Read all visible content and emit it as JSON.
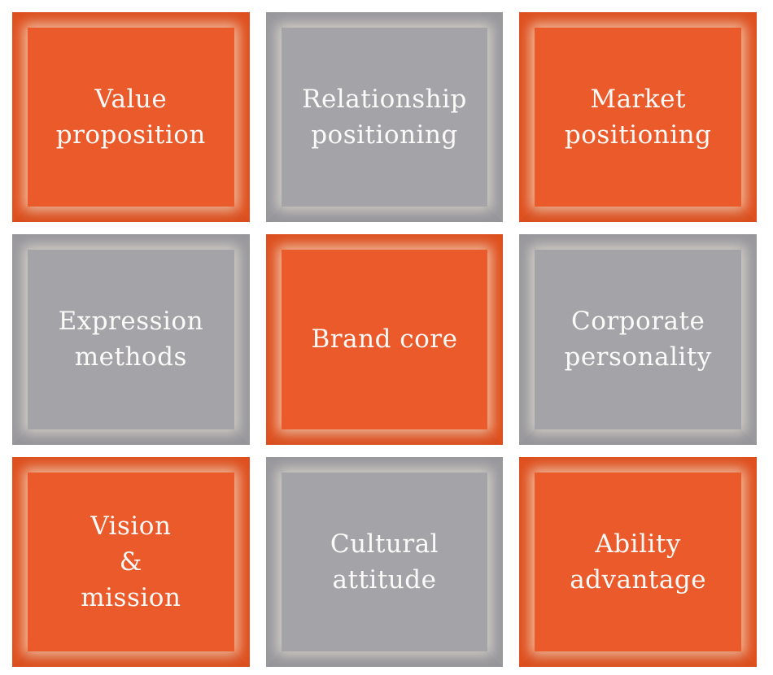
{
  "colors": {
    "background": "#FFFFFF",
    "text": "#FBFAF8",
    "orange_frame": "#E6521F",
    "orange_fill": "#EB5A2B",
    "orange_glow": "#FAC7A9",
    "gray_frame": "#9E9DA2",
    "gray_fill": "#A4A4A8",
    "gray_glow": "#DDD9D1"
  },
  "grid": {
    "rows": 3,
    "cols": 3,
    "cells": [
      {
        "id": "value-proposition",
        "color": "orange",
        "text": "Value\nproposition"
      },
      {
        "id": "relationship-positioning",
        "color": "gray",
        "text": "Relationship\npositioning"
      },
      {
        "id": "market-positioning",
        "color": "orange",
        "text": "Market\npositioning"
      },
      {
        "id": "expression-methods",
        "color": "gray",
        "text": "Expression\nmethods"
      },
      {
        "id": "brand-core",
        "color": "orange",
        "text": "Brand core"
      },
      {
        "id": "corporate-personality",
        "color": "gray",
        "text": "Corporate\npersonality"
      },
      {
        "id": "vision-mission",
        "color": "orange",
        "text": "Vision\n&\nmission"
      },
      {
        "id": "cultural-attitude",
        "color": "gray",
        "text": "Cultural\nattitude"
      },
      {
        "id": "ability-advantage",
        "color": "orange",
        "text": "Ability\nadvantage"
      }
    ]
  }
}
